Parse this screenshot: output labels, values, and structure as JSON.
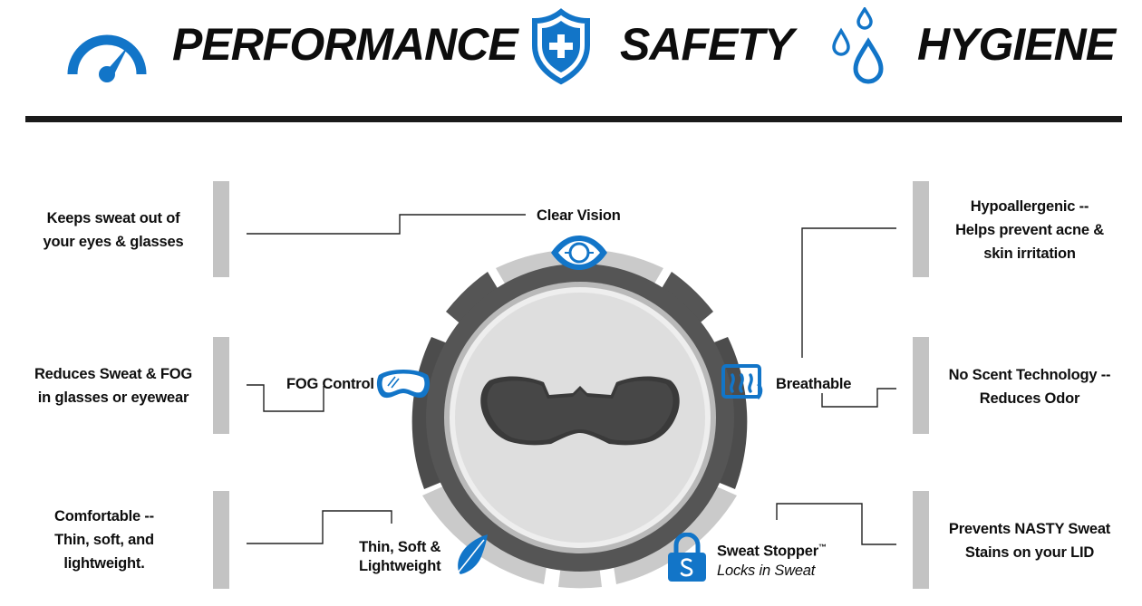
{
  "header": {
    "items": [
      {
        "icon": "speedometer-icon",
        "label": "PERFORMANCE"
      },
      {
        "icon": "shield-plus-icon",
        "label": "SAFETY"
      },
      {
        "icon": "water-drops-icon",
        "label": "HYGIENE"
      }
    ]
  },
  "colors": {
    "accent_blue": "#1275c8",
    "dark_ring": "#4d4d4d",
    "light_ring": "#c8c8c8",
    "bar_gray": "#c3c3c3"
  },
  "benefits": {
    "left": [
      {
        "line1": "Keeps sweat out of",
        "line2": "your eyes & glasses"
      },
      {
        "line1": "Reduces Sweat & FOG",
        "line2": "in glasses or eyewear"
      },
      {
        "line1": "Comfortable --",
        "line2": "Thin, soft, and",
        "line3": "lightweight."
      }
    ],
    "right": [
      {
        "line1": "Hypoallergenic --",
        "line2": "Helps prevent acne &",
        "line3": "skin irritation"
      },
      {
        "line1": "No Scent Technology --",
        "line2": "Reduces Odor"
      },
      {
        "line1": "Prevents NASTY Sweat",
        "line2": "Stains on your LID"
      }
    ]
  },
  "features": {
    "clear_vision": {
      "label": "Clear Vision",
      "icon": "eye-icon"
    },
    "fog_control": {
      "label": "FOG Control",
      "icon": "goggles-icon"
    },
    "breathable": {
      "label": "Breathable",
      "icon": "airflow-icon"
    },
    "thin_soft": {
      "line1": "Thin, Soft &",
      "line2": "Lightweight",
      "icon": "feather-icon"
    },
    "sweat_stopper": {
      "label": "Sweat Stopper",
      "trademark": "™",
      "sub": "Locks in Sweat",
      "icon": "padlock-icon"
    }
  }
}
